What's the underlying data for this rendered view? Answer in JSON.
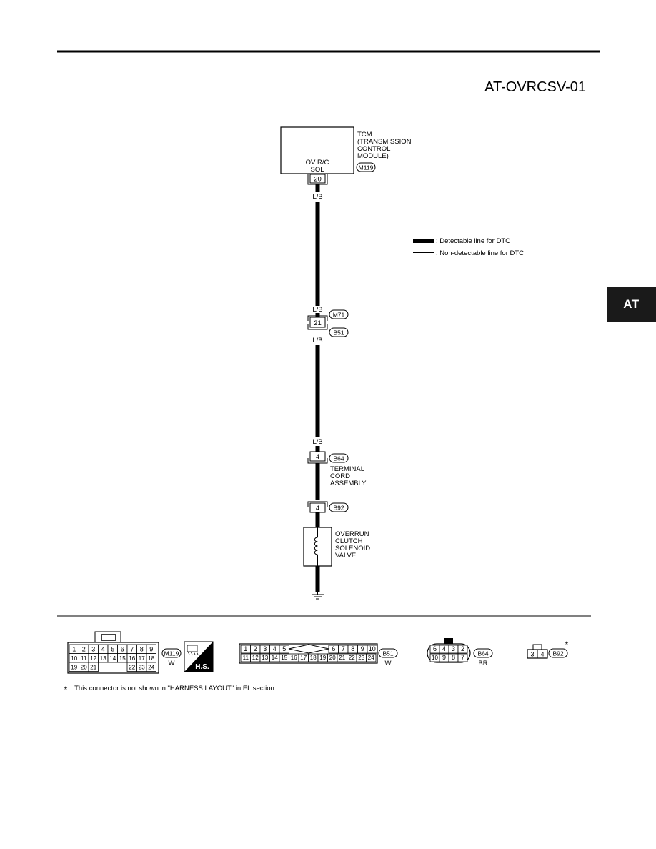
{
  "page": {
    "code": "AT-OVRCSV-01",
    "side_tab": "AT"
  },
  "tcm": {
    "title_lines": [
      "TCM",
      "(TRANSMISSION",
      "CONTROL",
      "MODULE)"
    ],
    "inner_lines": [
      "OV R/C",
      "SOL"
    ],
    "connector": "M119",
    "pin": "20"
  },
  "wire": {
    "color_code": "L/B"
  },
  "legend": {
    "detectable": ": Detectable line for DTC",
    "non_detectable": ": Non-detectable line for DTC"
  },
  "joint1": {
    "pin": "21",
    "connector_top": "M71",
    "connector_bottom": "B51"
  },
  "joint2": {
    "pin": "4",
    "connector": "B64",
    "label_lines": [
      "TERMINAL",
      "CORD",
      "ASSEMBLY"
    ]
  },
  "joint3": {
    "pin": "4",
    "connector": "B92"
  },
  "solenoid": {
    "label_lines": [
      "OVERRUN",
      "CLUTCH",
      "SOLENOID",
      "VALVE"
    ]
  },
  "connectors": {
    "m119": {
      "id": "M119",
      "color": "W",
      "rows": [
        [
          "1",
          "2",
          "3",
          "4",
          "5",
          "6",
          "7",
          "8",
          "9"
        ],
        [
          "10",
          "11",
          "12",
          "13",
          "14",
          "15",
          "16",
          "17",
          "18"
        ],
        [
          "19",
          "20",
          "21",
          "",
          "",
          "",
          "22",
          "23",
          "24"
        ]
      ],
      "hs_label": "H.S."
    },
    "b51": {
      "id": "B51",
      "color": "W",
      "row1_left": [
        "1",
        "2",
        "3",
        "4",
        "5"
      ],
      "row1_right": [
        "6",
        "7",
        "8",
        "9",
        "10"
      ],
      "row2": [
        "11",
        "12",
        "13",
        "14",
        "15",
        "16",
        "17",
        "18",
        "19",
        "20",
        "21",
        "22",
        "23",
        "24"
      ]
    },
    "b64": {
      "id": "B64",
      "color": "BR",
      "row1": [
        "6",
        "4",
        "3",
        "2"
      ],
      "row2": [
        "10",
        "9",
        "8",
        "7"
      ]
    },
    "b92": {
      "id": "B92",
      "pins": [
        "3",
        "4"
      ],
      "mark": "*"
    }
  },
  "footnote": {
    "star": "*",
    "text": ": This connector is not shown in \"HARNESS LAYOUT\" in EL section."
  }
}
